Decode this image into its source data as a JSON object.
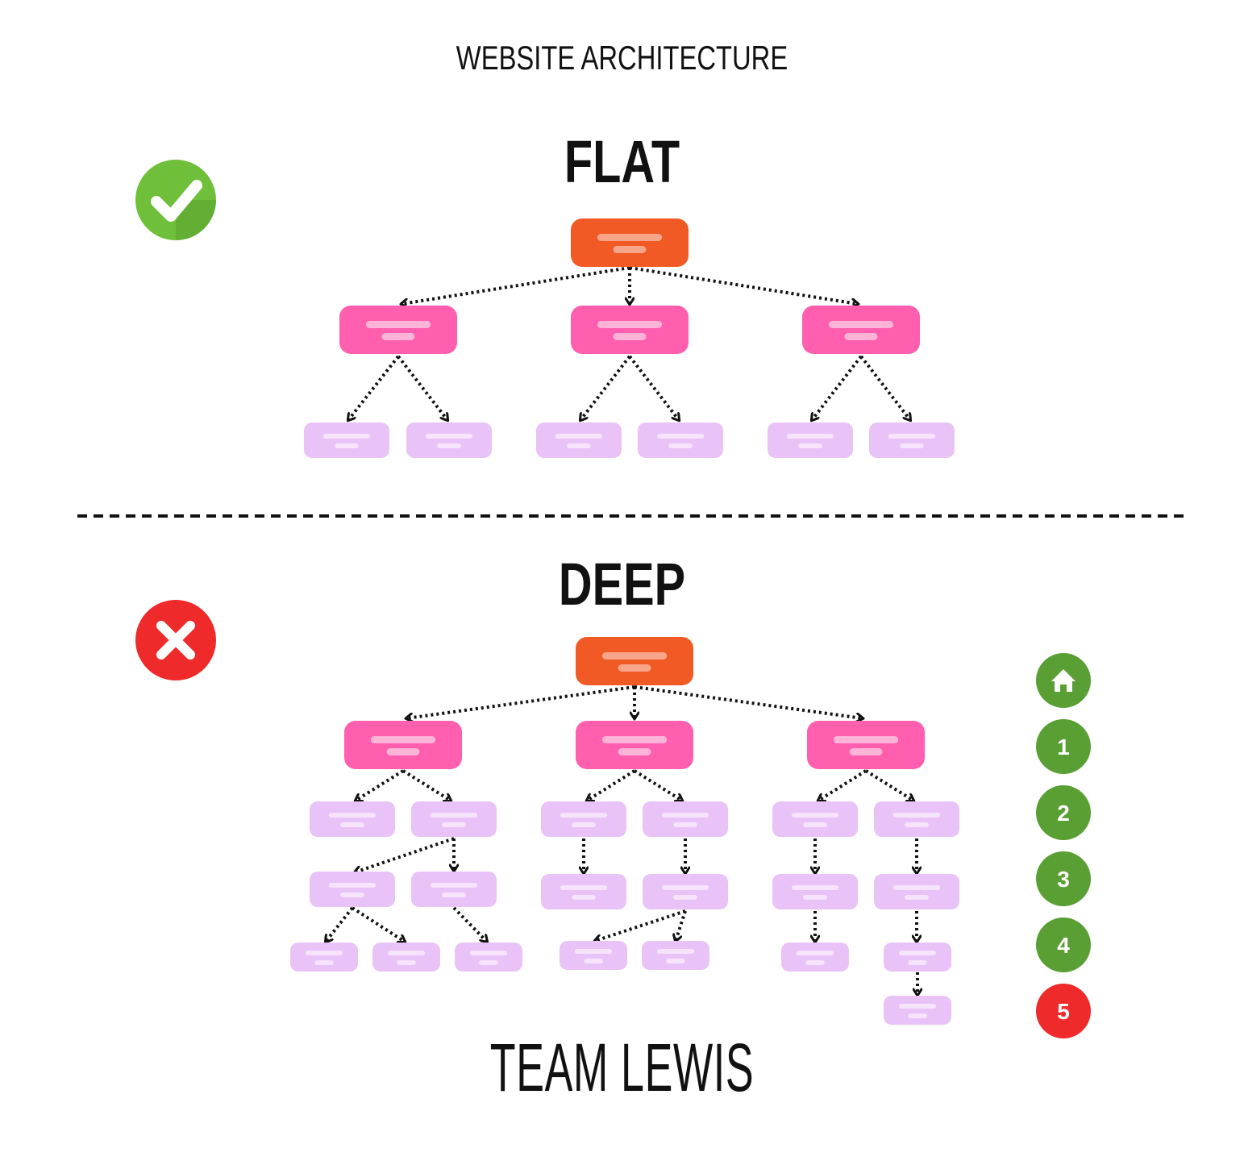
{
  "header": {
    "title": "WEBSITE ARCHITECTURE"
  },
  "sections": {
    "flat": {
      "title": "FLAT",
      "verdict": "check-icon"
    },
    "deep": {
      "title": "DEEP",
      "verdict": "cross-icon"
    }
  },
  "depth_scale": {
    "levels": [
      {
        "label": "",
        "icon": "home-icon",
        "color": "#5a9f33"
      },
      {
        "label": "1",
        "color": "#5a9f33"
      },
      {
        "label": "2",
        "color": "#5a9f33"
      },
      {
        "label": "3",
        "color": "#5a9f33"
      },
      {
        "label": "4",
        "color": "#5a9f33"
      },
      {
        "label": "5",
        "color": "#ee2a2a"
      }
    ]
  },
  "brand": {
    "name": "TEAM LEWIS"
  },
  "colors": {
    "root_node": "#f15a24",
    "category_node": "#ff5fae",
    "page_node": "#e9c3f7",
    "check": "#6fbf3b",
    "cross": "#ee2a2a",
    "divider": "#111111"
  }
}
